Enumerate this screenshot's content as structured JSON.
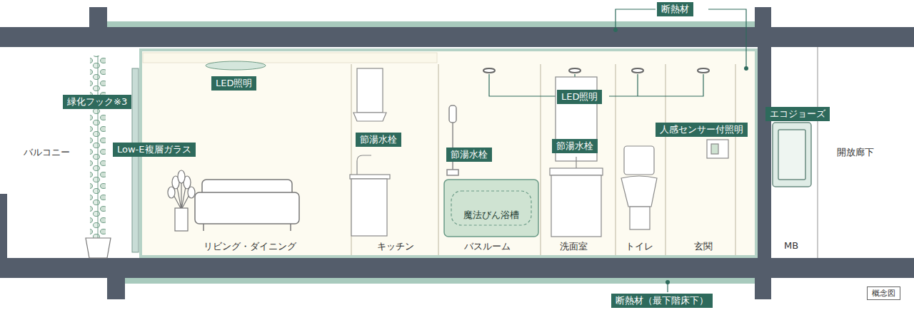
{
  "diagram": {
    "nodes": [
      {
        "text": [
          "断熱材"
        ]
      },
      {
        "text": [
          "LED照明"
        ]
      },
      {
        "text": [
          "LED照明"
        ]
      },
      {
        "text": [
          "緑化フック※3"
        ]
      },
      {
        "text": [
          "エコジョーズ"
        ]
      },
      {
        "text": [
          "人感センサー付照明"
        ]
      },
      {
        "text": [
          "Low-E複層ガラス"
        ]
      },
      {
        "text": [
          "節湯水栓"
        ]
      },
      {
        "text": [
          "節湯水栓"
        ]
      },
      {
        "text": [
          "節湯水栓"
        ]
      },
      {
        "text": [
          "魔法びん浴槽"
        ]
      },
      {
        "text": [
          "断熱材（最下階床下）"
        ]
      },
      {
        "text": [
          "概念図"
        ]
      }
    ],
    "labels": [
      "バルコニー",
      "リビング・ダイニング",
      "キッチン",
      "バスルーム",
      "洗面室",
      "トイレ",
      "玄関",
      "MB",
      "開放廊下"
    ]
  }
}
